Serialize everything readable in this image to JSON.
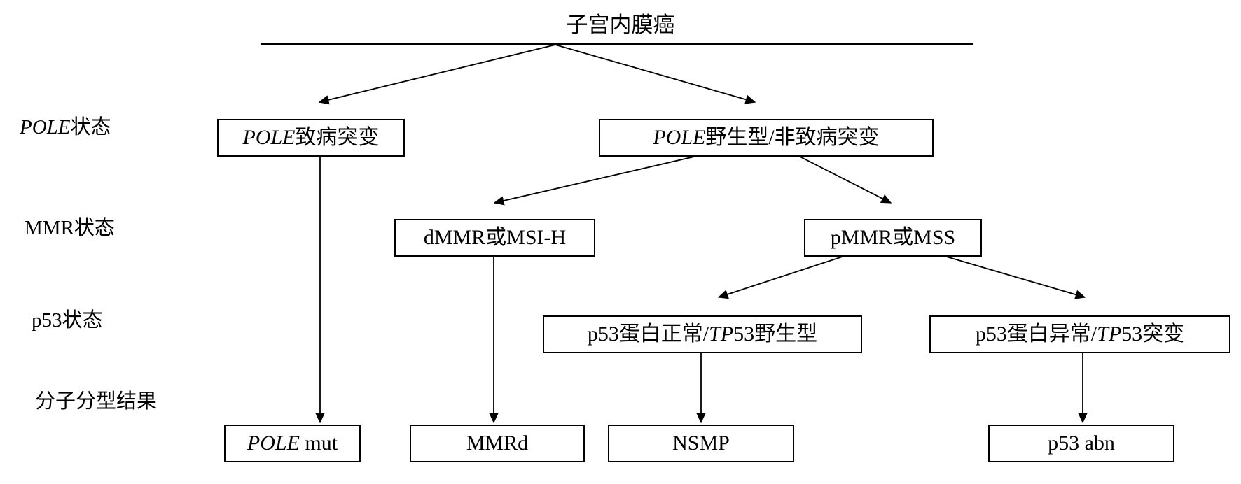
{
  "diagram": {
    "title": "子宫内膜癌",
    "row_labels": [
      {
        "id": "pole-status",
        "text_italic": "POLE",
        "text_rest": "状态"
      },
      {
        "id": "mmr-status",
        "text_italic": "",
        "text_rest": "MMR状态"
      },
      {
        "id": "p53-status",
        "text_italic": "",
        "text_rest": "p53状态"
      },
      {
        "id": "molecular-result",
        "text_italic": "",
        "text_rest": "分子分型结果"
      }
    ],
    "nodes": {
      "pole_mutant": {
        "italic": "POLE",
        "rest": "致病突变",
        "full": "POLE致病突变"
      },
      "pole_wildtype": {
        "italic": "POLE",
        "rest": "野生型/非致病突变",
        "full": "POLE野生型/非致病突变"
      },
      "dmmr": {
        "italic": "",
        "rest": "dMMR或MSI-H",
        "full": "dMMR或MSI-H"
      },
      "pmmr": {
        "italic": "",
        "rest": "pMMR或MSS",
        "full": "pMMR或MSS"
      },
      "p53_normal": {
        "pre": "p53蛋白正常/",
        "italic": "TP",
        "post": "53野生型",
        "full": "p53蛋白正常/TP53野生型"
      },
      "p53_abnormal": {
        "pre": "p53蛋白异常/",
        "italic": "TP",
        "post": "53突变",
        "full": "p53蛋白异常/TP53突变"
      },
      "result_pole": {
        "italic": "POLE",
        "rest": " mut",
        "full": "POLE mut"
      },
      "result_mmrd": {
        "italic": "",
        "rest": "MMRd",
        "full": "MMRd"
      },
      "result_nsmp": {
        "italic": "",
        "rest": "NSMP",
        "full": "NSMP"
      },
      "result_p53abn": {
        "italic": "",
        "rest": "p53 abn",
        "full": "p53 abn"
      }
    },
    "colors": {
      "stroke": "#000000",
      "background": "#ffffff",
      "text": "#000000"
    }
  },
  "chart_data": {
    "type": "table",
    "title": "子宫内膜癌分子分型流程",
    "categories": [
      "POLE状态",
      "MMR状态",
      "p53状态",
      "分子分型结果"
    ],
    "nodes": [
      {
        "level": 0,
        "label": "子宫内膜癌"
      },
      {
        "level": 1,
        "label": "POLE致病突变"
      },
      {
        "level": 1,
        "label": "POLE野生型/非致病突变"
      },
      {
        "level": 2,
        "label": "dMMR或MSI-H"
      },
      {
        "level": 2,
        "label": "pMMR或MSS"
      },
      {
        "level": 3,
        "label": "p53蛋白正常/TP53野生型"
      },
      {
        "level": 3,
        "label": "p53蛋白异常/TP53突变"
      },
      {
        "level": 4,
        "label": "POLE mut"
      },
      {
        "level": 4,
        "label": "MMRd"
      },
      {
        "level": 4,
        "label": "NSMP"
      },
      {
        "level": 4,
        "label": "p53 abn"
      }
    ],
    "edges": [
      {
        "from": "子宫内膜癌",
        "to": "POLE致病突变"
      },
      {
        "from": "子宫内膜癌",
        "to": "POLE野生型/非致病突变"
      },
      {
        "from": "POLE野生型/非致病突变",
        "to": "dMMR或MSI-H"
      },
      {
        "from": "POLE野生型/非致病突变",
        "to": "pMMR或MSS"
      },
      {
        "from": "pMMR或MSS",
        "to": "p53蛋白正常/TP53野生型"
      },
      {
        "from": "pMMR或MSS",
        "to": "p53蛋白异常/TP53突变"
      },
      {
        "from": "POLE致病突变",
        "to": "POLE mut"
      },
      {
        "from": "dMMR或MSI-H",
        "to": "MMRd"
      },
      {
        "from": "p53蛋白正常/TP53野生型",
        "to": "NSMP"
      },
      {
        "from": "p53蛋白异常/TP53突变",
        "to": "p53 abn"
      }
    ]
  }
}
